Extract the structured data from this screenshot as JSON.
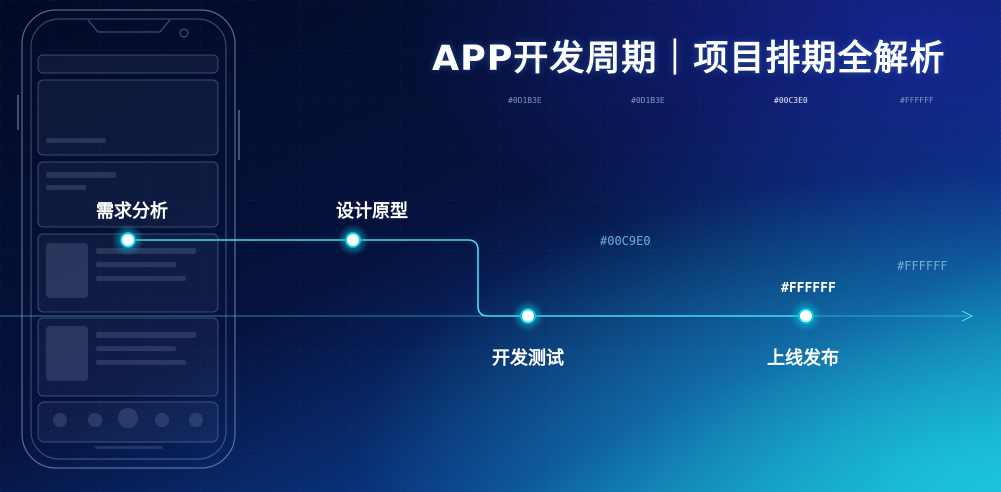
{
  "title": "APP开发周期｜项目排期全解析",
  "stages": [
    {
      "label": "需求分析"
    },
    {
      "label": "设计原型"
    },
    {
      "label": "开发测试"
    },
    {
      "label": "上线发布"
    }
  ],
  "color_labels": {
    "top1": "#0D1B3E",
    "top2": "#0D1B3E",
    "top3": "#00C3E0",
    "top4": "#FFFFFF",
    "mid": "#00C9E0",
    "right": "#FFFFFF",
    "node": "#FFFFFF"
  },
  "colors": {
    "background_dark": "#0D1B3E",
    "accent": "#00C9E0",
    "white": "#FFFFFF"
  }
}
